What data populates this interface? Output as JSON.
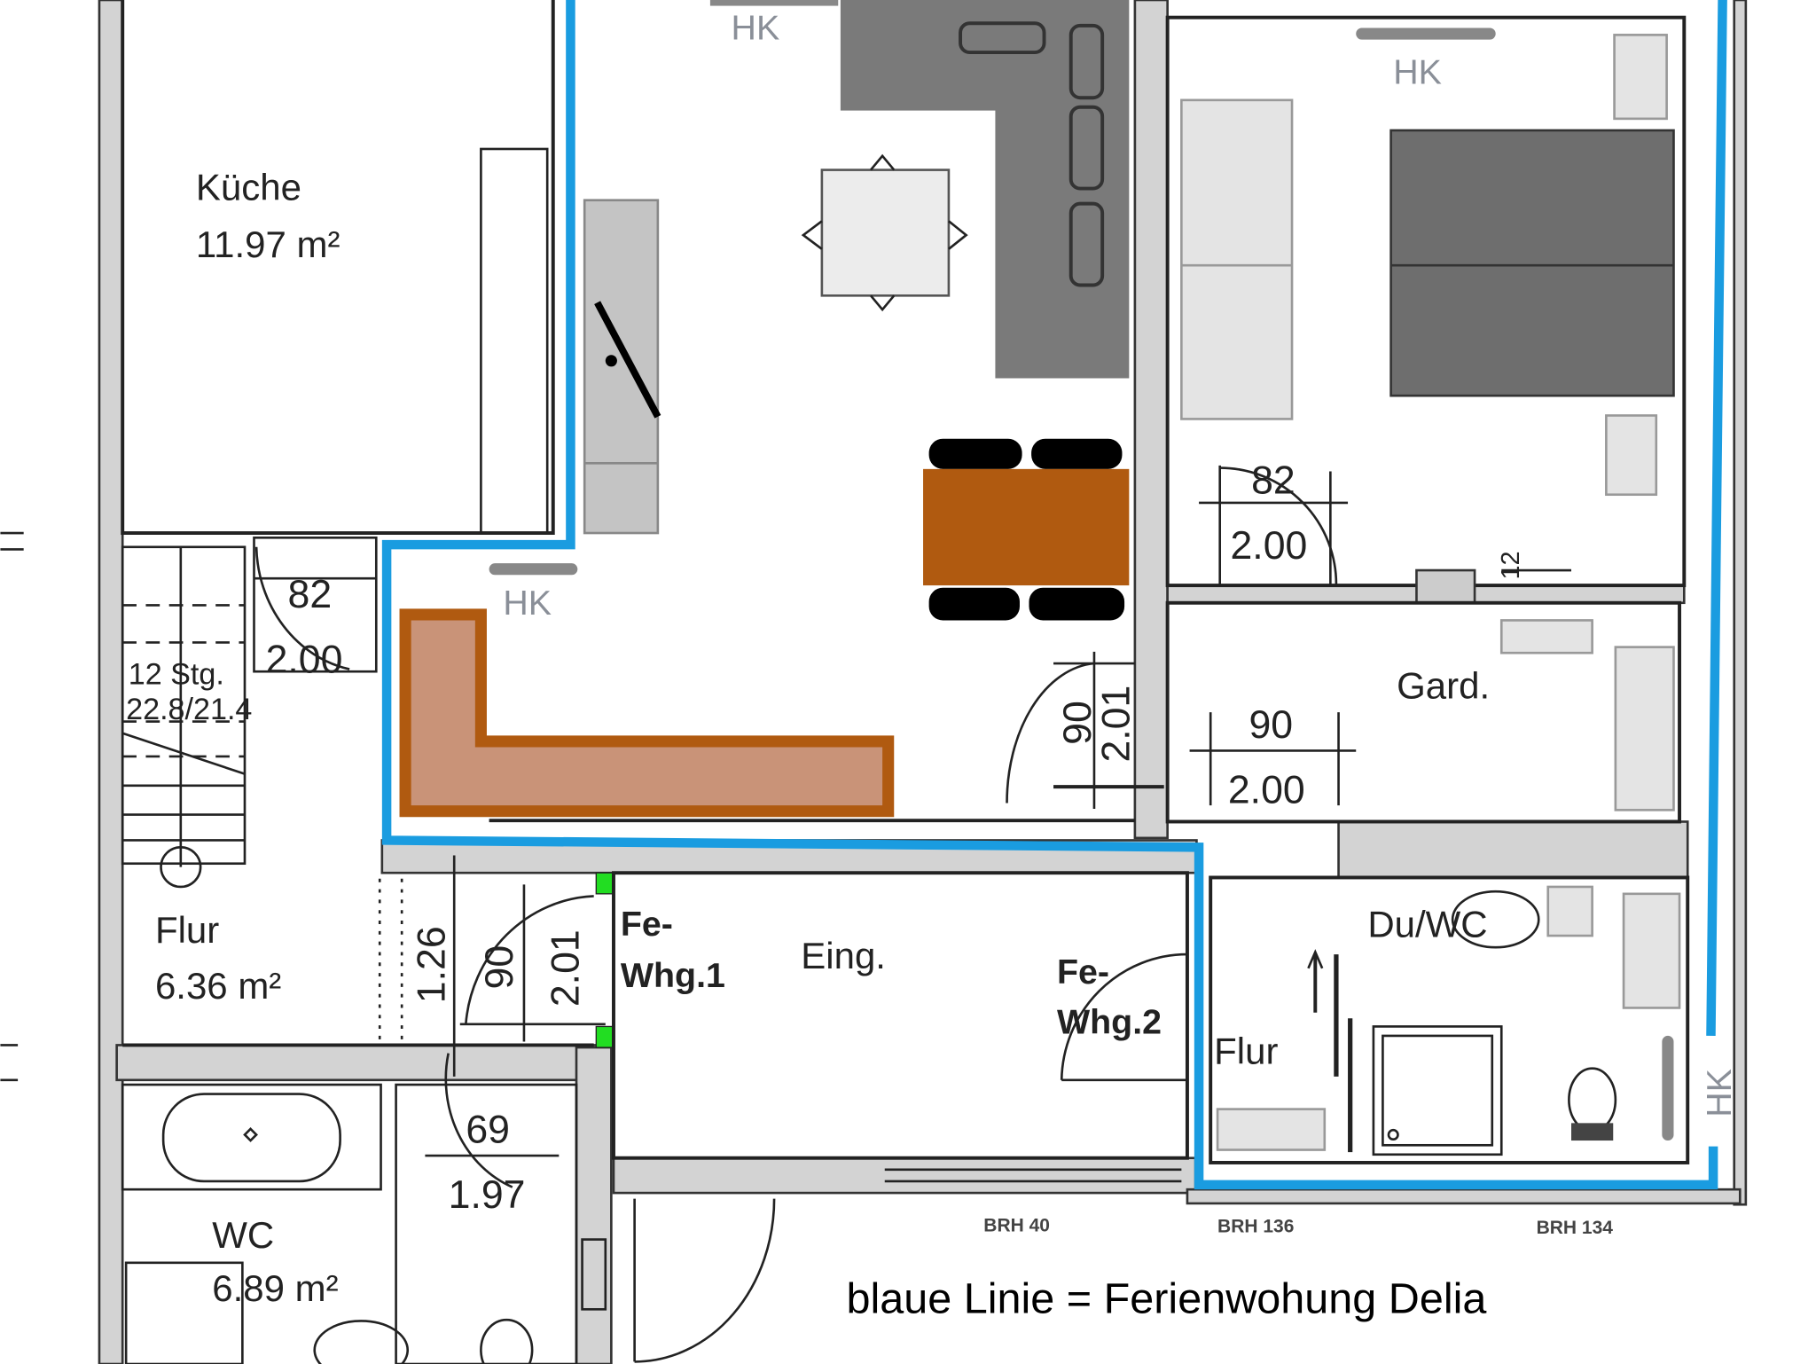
{
  "rooms": {
    "kueche": {
      "name": "Küche",
      "area": "11.97 m²"
    },
    "flur_left": {
      "name": "Flur",
      "area": "6.36 m²"
    },
    "wc": {
      "name": "WC",
      "area": "6.89 m²"
    },
    "eingang": {
      "name": "Eing."
    },
    "garderobe": {
      "name": "Gard."
    },
    "flur_right": {
      "name": "Flur"
    },
    "du_wc": {
      "name": "Du/WC"
    }
  },
  "radiator_label": "HK",
  "stairs": {
    "steps": "12 Stg.",
    "ratio": "22.8/21.4"
  },
  "doors": {
    "stair_door": {
      "width": "82",
      "height": "2.00"
    },
    "bedroom_door": {
      "width": "82",
      "height": "2.00"
    },
    "gard_door": {
      "width": "90",
      "height": "2.00"
    },
    "living_door": {
      "width": "90",
      "height": "2.01"
    },
    "entry_door": {
      "width": "90",
      "height": "2.01"
    },
    "wc_door": {
      "width": "69",
      "height": "1.97"
    },
    "flur_opening": "1.26",
    "small_dim": "12"
  },
  "entries": {
    "whg1": {
      "line1": "Fe-",
      "line2": "Whg.1"
    },
    "whg2": {
      "line1": "Fe-",
      "line2": "Whg.2"
    }
  },
  "window_sills": [
    "BRH 40",
    "BRH 136",
    "BRH 134"
  ],
  "legend": "blaue Linie = Ferienwohung Delia",
  "colors": {
    "boundary": "#1a9ce0",
    "furniture_brown": "#b05a10",
    "counter_fill": "#c99378",
    "door_marker": "#22dd22"
  }
}
